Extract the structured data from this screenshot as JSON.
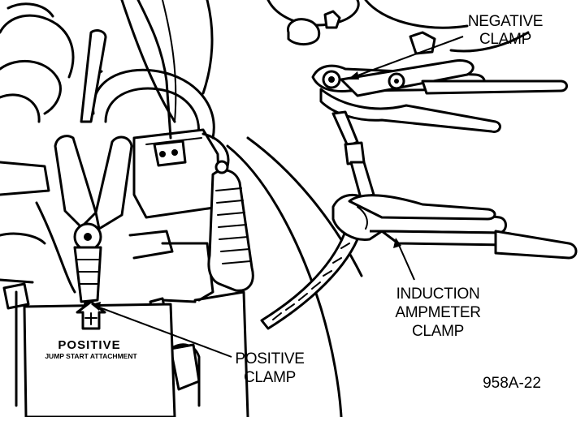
{
  "labels": {
    "negative_clamp": [
      "NEGATIVE",
      "CLAMP"
    ],
    "induction_clamp": [
      "INDUCTION",
      "AMPMETER",
      "CLAMP"
    ],
    "positive_clamp": [
      "POSITIVE",
      "CLAMP"
    ]
  },
  "figure_id": "958A-22",
  "unit_emblem": {
    "brand": "POSITIVE",
    "subtitle": "JUMP START ATTACHMENT"
  }
}
